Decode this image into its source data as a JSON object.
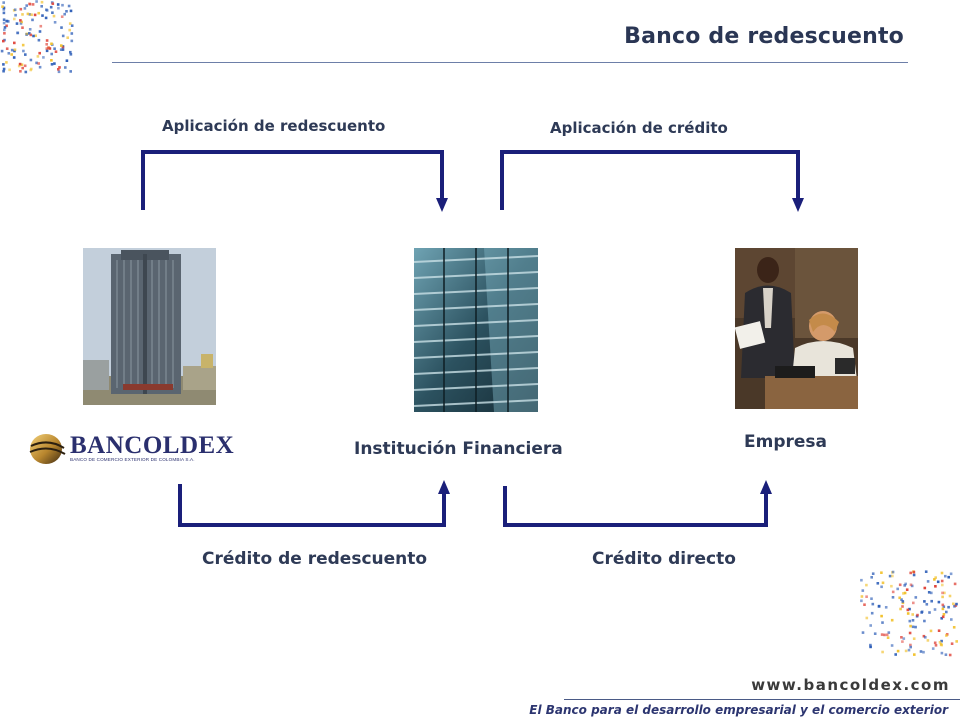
{
  "slide": {
    "title": "Banco de redescuento"
  },
  "flows": {
    "aplicacion_redescuento": "Aplicación de redescuento",
    "aplicacion_credito": "Aplicación de crédito",
    "credito_redescuento": "Crédito de redescuento",
    "credito_directo": "Crédito directo"
  },
  "nodes": {
    "bancoldex_name": "BANCOLDEX",
    "bancoldex_subtitle": "BANCO DE COMERCIO EXTERIOR DE COLOMBIA S.A.",
    "institucion": "Institución  Financiera",
    "empresa": "Empresa"
  },
  "footer": {
    "url": "www.bancoldex.com",
    "tagline": "El Banco para el desarrollo empresarial y el comercio exterior"
  },
  "colors": {
    "connector": "#1a1f7a",
    "title": "#2a3654",
    "dot_blue": "#2f5fb8",
    "dot_yellow": "#f2c230",
    "dot_red": "#e0443a"
  },
  "icons": {
    "tower_photo": "office-tower-photo",
    "glass_photo": "glass-building-photo",
    "business_photo": "business-people-photo"
  }
}
